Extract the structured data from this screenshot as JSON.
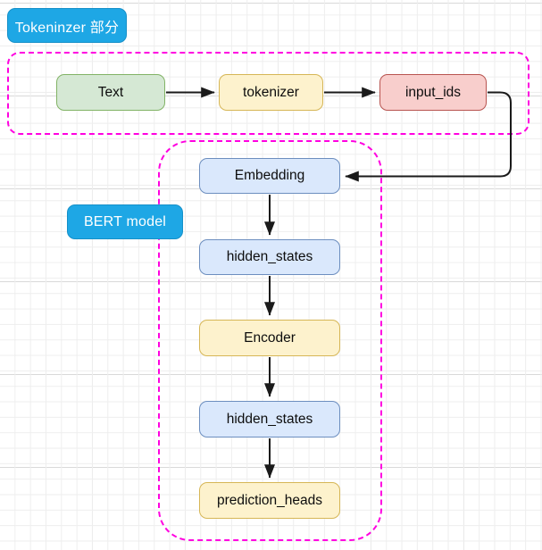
{
  "diagram": {
    "title": "BERT model pipeline flowchart",
    "background": {
      "grid": "true",
      "minor_color": "#eeeeee",
      "major_color": "#d9d9d9"
    },
    "groups": [
      {
        "id": "tokenizer-group",
        "label": "Tokeninzer 部分",
        "border_color": "#ff00e0",
        "border_style": "dashed"
      },
      {
        "id": "bert-group",
        "label": "BERT model",
        "border_color": "#ff00e0",
        "border_style": "dashed"
      }
    ],
    "pill_color": "#1ea7e5",
    "pill_text_color": "#ffffff",
    "nodes": [
      {
        "id": "text",
        "label": "Text",
        "fill": "#d5e8d4",
        "stroke": "#82b366"
      },
      {
        "id": "tokenizer",
        "label": "tokenizer",
        "fill": "#fdf2cd",
        "stroke": "#d6b656"
      },
      {
        "id": "input_ids",
        "label": "input_ids",
        "fill": "#f8cecc",
        "stroke": "#b85450"
      },
      {
        "id": "embedding",
        "label": "Embedding",
        "fill": "#dae8fc",
        "stroke": "#6c8ebf"
      },
      {
        "id": "hidden_states_1",
        "label": "hidden_states",
        "fill": "#dae8fc",
        "stroke": "#6c8ebf"
      },
      {
        "id": "encoder",
        "label": "Encoder",
        "fill": "#fdf2cd",
        "stroke": "#d6b656"
      },
      {
        "id": "hidden_states_2",
        "label": "hidden_states",
        "fill": "#dae8fc",
        "stroke": "#6c8ebf"
      },
      {
        "id": "prediction_heads",
        "label": "prediction_heads",
        "fill": "#fdf2cd",
        "stroke": "#d6b656"
      }
    ],
    "edges": [
      {
        "id": "text-to-tokenizer",
        "from": "text",
        "to": "tokenizer",
        "direction": "right"
      },
      {
        "id": "tokenizer-to-input-ids",
        "from": "tokenizer",
        "to": "input_ids",
        "direction": "right"
      },
      {
        "id": "input-ids-to-embedding",
        "from": "input_ids",
        "to": "embedding",
        "direction": "elbow-left"
      },
      {
        "id": "embedding-to-hidden-1",
        "from": "embedding",
        "to": "hidden_states_1",
        "direction": "down"
      },
      {
        "id": "hidden-1-to-encoder",
        "from": "hidden_states_1",
        "to": "encoder",
        "direction": "down"
      },
      {
        "id": "encoder-to-hidden-2",
        "from": "encoder",
        "to": "hidden_states_2",
        "direction": "down"
      },
      {
        "id": "hidden-2-to-prediction",
        "from": "hidden_states_2",
        "to": "prediction_heads",
        "direction": "down"
      }
    ],
    "edge_color": "#1a1a1a"
  }
}
